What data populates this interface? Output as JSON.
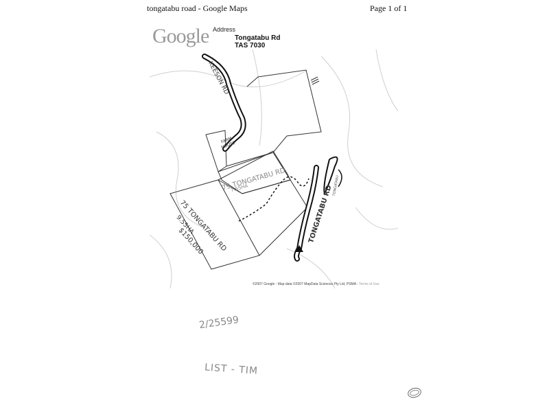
{
  "header": {
    "title": "tongatabu road - Google Maps",
    "page": "Page 1 of 1"
  },
  "logo": {
    "text": "Google"
  },
  "address": {
    "label": "Address",
    "street": "Tongatabu Rd",
    "city": "TAS 7030"
  },
  "annotations": {
    "road_top": "KEESON RD",
    "farm_house_line1": "FARM",
    "farm_house_line2": "HOUSE",
    "lot79_line1": "79 TONGATABU RD",
    "lot79_line2": "7.55HA",
    "lot75_line1": "75 TONGATABU RD",
    "lot75_line2": "9.55HA",
    "lot75_line3": "$150,000",
    "road_right": "TONGATABU RD",
    "road_right_small": "TONGATABU"
  },
  "map": {
    "copyright": "©2007 Google - Map data ©2007 MapData Sciences Pty Ltd, PSMA -",
    "terms": "Terms of Use"
  },
  "handwriting": {
    "ref": "2/25599",
    "initials": "LIST - TIM"
  },
  "colors": {
    "ink": "#111111",
    "faint_map_lines": "#cfcfcf",
    "logo_gray": "#9a9a9a"
  }
}
